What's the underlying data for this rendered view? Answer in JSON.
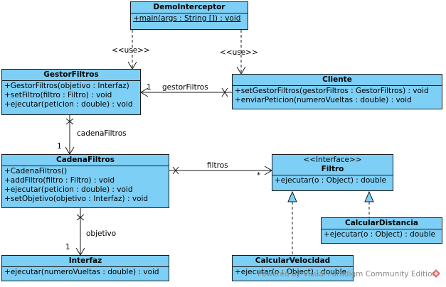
{
  "classes": {
    "demo": {
      "name": "DemoInterceptor",
      "ops": [
        "+main(args : String []) : void"
      ]
    },
    "gestor": {
      "name": "GestorFiltros",
      "ops": [
        "+GestorFiltros(objetivo : Interfaz)",
        "+setFiltro(filtro : Filtro) : void",
        "+ejecutar(peticion : double) : void"
      ]
    },
    "cliente": {
      "name": "Cliente",
      "ops": [
        "+setGestorFiltros(gestorFiltros : GestorFiltros) : void",
        "+enviarPeticion(numeroVueltas : double) : void"
      ]
    },
    "cadena": {
      "name": "CadenaFiltros",
      "ops": [
        "+CadenaFiltros()",
        "+addFiltro(filtro : Filtro) : void",
        "+ejecutar(peticion : double) : void",
        "+setObjetivo(objetivo : Interfaz) : void"
      ]
    },
    "filtro": {
      "stereotype": "<<Interface>>",
      "name": "Filtro",
      "ops": [
        "+ejecutar(o : Object) : double"
      ]
    },
    "distancia": {
      "name": "CalcularDistancia",
      "ops": [
        "+ejecutar(o : Object) : double"
      ]
    },
    "interfaz": {
      "name": "Interfaz",
      "ops": [
        "+ejecutar(numeroVueltas : double) : void"
      ]
    },
    "velocidad": {
      "name": "CalcularVelocidad",
      "ops": [
        "+ejecutar(o : Object) : double"
      ]
    }
  },
  "labels": {
    "use1": "<<use>>",
    "use2": "<<use>>",
    "gestorFiltros_role": "gestorFiltros",
    "gestorFiltros_mult": "1",
    "cadenaFiltros_role": "cadenaFiltros",
    "cadenaFiltros_mult": "1",
    "filtros_role": "filtros",
    "filtros_mult": "*",
    "objetivo_role": "objetivo",
    "objetivo_mult": "1"
  },
  "watermark": "Powered by Visual Paradigm Community Edition",
  "colors": {
    "class_fill": "#7dcff5",
    "border": "#1a1a1a"
  }
}
